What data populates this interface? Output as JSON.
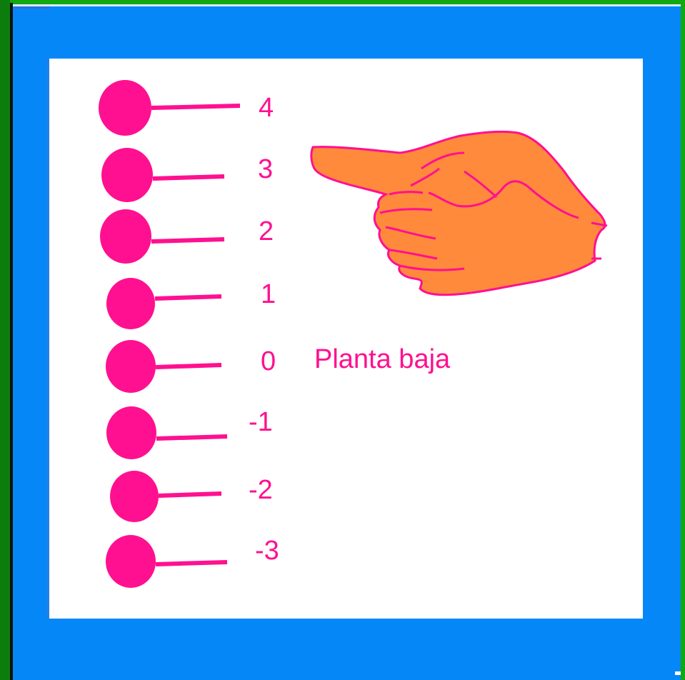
{
  "colors": {
    "frame_green": "#12a812",
    "frame_blue": "#0587f7",
    "panel": "#ffffff",
    "marker": "#ff1090",
    "hand_fill": "#ff8a3c",
    "hand_outline": "#ff1090"
  },
  "floors": [
    {
      "label": "4"
    },
    {
      "label": "3"
    },
    {
      "label": "2"
    },
    {
      "label": "1"
    },
    {
      "label": "0"
    },
    {
      "label": "-1"
    },
    {
      "label": "-2"
    },
    {
      "label": "-3"
    }
  ],
  "ground_floor_caption": "Planta baja",
  "pointer": {
    "icon": "pointing-hand-icon",
    "points_to_floor": "3"
  }
}
